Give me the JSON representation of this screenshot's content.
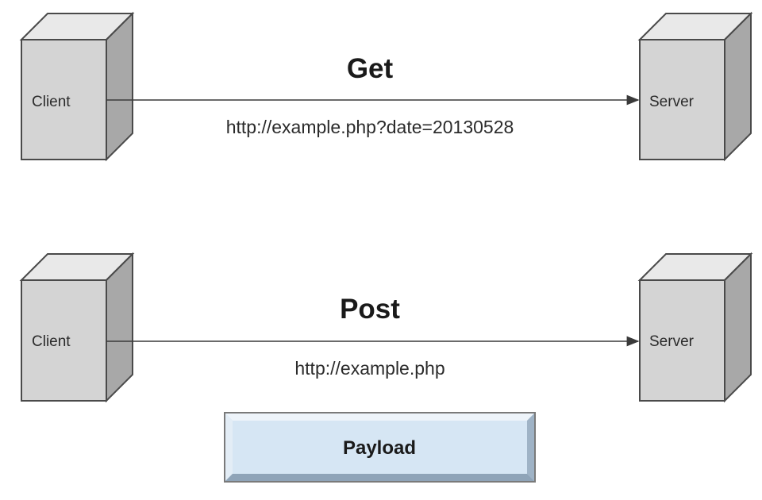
{
  "get_flow": {
    "client_label": "Client",
    "server_label": "Server",
    "method": "Get",
    "url": "http://example.php?date=20130528"
  },
  "post_flow": {
    "client_label": "Client",
    "server_label": "Server",
    "method": "Post",
    "url": "http://example.php",
    "payload_label": "Payload"
  },
  "colors": {
    "box_front": "#d4d4d4",
    "box_top": "#e9e9e9",
    "box_side": "#a8a8a8",
    "outline": "#4a4a4a",
    "arrow": "#3a3a3a",
    "payload_fill": "#d6e6f4",
    "payload_border": "#8c8c8c"
  }
}
